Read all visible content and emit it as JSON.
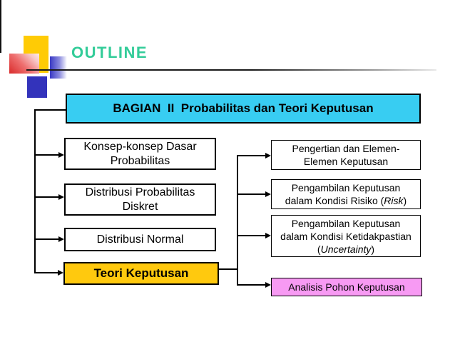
{
  "slide": {
    "title": "OUTLINE",
    "header_box": {
      "label": "BAGIAN  II  Probabilitas dan Teori Keputusan"
    },
    "left_column": {
      "box1": {
        "line1": "Konsep-konsep Dasar",
        "line2": "Probabilitas"
      },
      "box2": {
        "line1": "Distribusi Probabilitas",
        "line2": "Diskret"
      },
      "box3": {
        "label": "Distribusi Normal"
      },
      "box4": {
        "label": "Teori Keputusan"
      }
    },
    "right_column": {
      "box1": {
        "line1": "Pengertian dan Elemen-",
        "line2": "Elemen Keputusan"
      },
      "box2": {
        "line1": "Pengambilan Keputusan",
        "line2_pre": "dalam Kondisi Risiko (",
        "line2_italic": "Risk",
        "line2_post": ")"
      },
      "box3": {
        "line1": "Pengambilan Keputusan",
        "line2": "dalam Kondisi Ketidakpastian",
        "line3_pre": "(",
        "line3_italic": "Uncertainty",
        "line3_post": ")"
      },
      "box4": {
        "label": "Analisis Pohon Keputusan"
      }
    },
    "colors": {
      "title_text": "#33cc99",
      "header_fill": "#38cdf2",
      "gold_fill": "#ffc90e",
      "pink_fill": "#f79af3",
      "logo_yellow": "#ffcb05",
      "logo_red": "#d92b2b",
      "logo_blue": "#3a3ac4",
      "logo_dark_blue": "#3333bb",
      "connector": "#000000"
    }
  }
}
